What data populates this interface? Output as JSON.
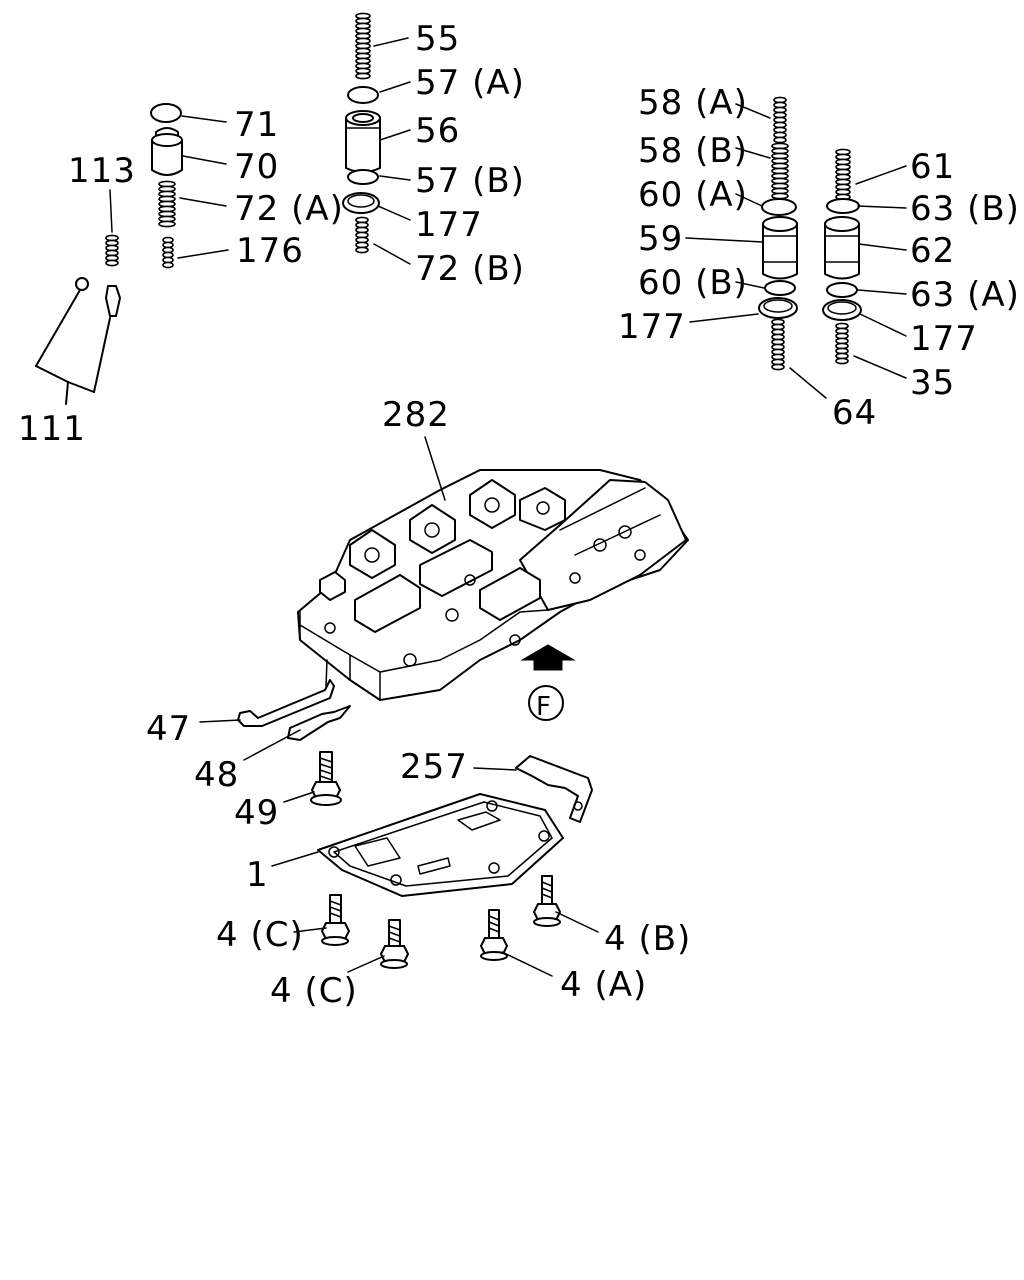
{
  "labels": {
    "l55": "55",
    "l57a": "57 (A)",
    "l56": "56",
    "l57b": "57 (B)",
    "l177_top": "177",
    "l72b": "72 (B)",
    "l71": "71",
    "l70": "70",
    "l72a": "72 (A)",
    "l176": "176",
    "l113": "113",
    "l111": "111",
    "l58a": "58 (A)",
    "l58b": "58 (B)",
    "l60a": "60 (A)",
    "l59": "59",
    "l60b": "60 (B)",
    "l177_left": "177",
    "l64": "64",
    "l61": "61",
    "l63b": "63 (B)",
    "l62": "62",
    "l63a": "63 (A)",
    "l177_right": "177",
    "l35": "35",
    "l282": "282",
    "lF": "F",
    "l47": "47",
    "l48": "48",
    "l49": "49",
    "l257": "257",
    "l1": "1",
    "l4c_a": "4 (C)",
    "l4c_b": "4 (C)",
    "l4a": "4 (A)",
    "l4b": "4 (B)"
  }
}
